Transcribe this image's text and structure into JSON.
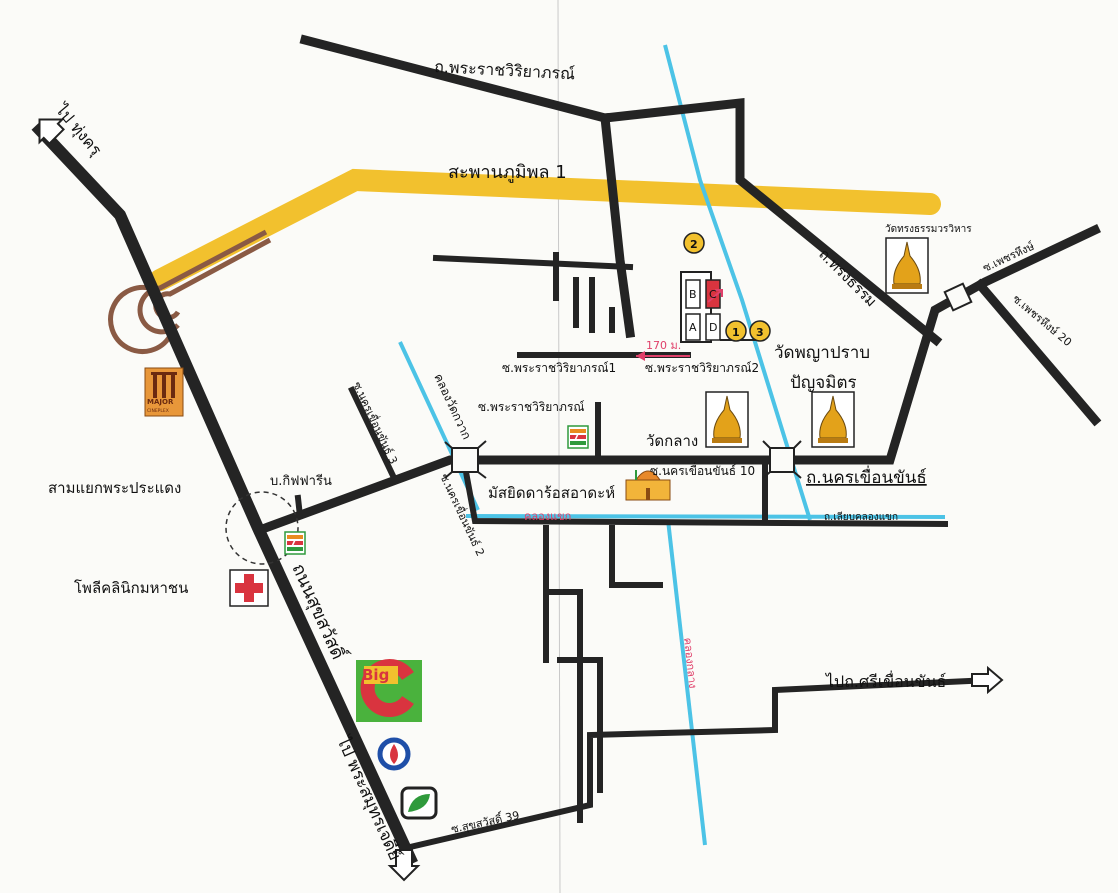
{
  "labels": {
    "road_top": "ถ.พระราชวิริยาภรณ์",
    "to_thung_khru": "ไป ทุ่งครุ",
    "bridge": "สะพานภูมิพล 1",
    "wat_songtham": "วัดทรงธรรมวรวิหาร",
    "soi_phetcharat": "ซ.เพชรหึงษ์",
    "soi_phetcharat20": "ซ.เพชรหึงษ์ 20",
    "thanon_songtham": "ถ.ทรงธรรม",
    "wat_phaya_1": "วัดพญาปราบ",
    "wat_phaya_2": "ปัญจมิตร",
    "soi_prv1": "ซ.พระราชวิริยาภรณ์1",
    "soi_prv2": "ซ.พระราชวิริยาภรณ์2",
    "soi_prv": "ซ.พระราชวิริยาภรณ์",
    "distance": "170 ม.",
    "khlong_wat_kwan": "คลองวัดกวาก",
    "soi_nk3": "ซ.นครเขื่อนขันธ์ 3",
    "soi_nk2": "ซ.นครเขื่อนขันธ์ 2",
    "soi_nk10": "ซ.นครเขื่อนขันธ์ 10",
    "wat_klang": "วัดกลาง",
    "thanon_nk": "ถ.นครเขื่อนขันธ์",
    "mosque": "มัสยิดดาร้อสอาดะห์",
    "khlong_khaek": "คลองแขก",
    "liap_khlong": "ถ.เลียบคลองแขก",
    "junction": "สามแยกพระประแดง",
    "gift_green": "บ.กิฟฟารีน",
    "polyclinic": "โพลีคลินิกมหาชน",
    "suksawat": "ถนนสุขสวัสดิ์",
    "to_phra_samut": "ไป พระสมุทรเจดีย์",
    "soi_suksawat39": "ซ.สุขสวัสดิ์ 39",
    "khlong_klang": "คลองกลาง",
    "to_srikhuean": "ไปถ.ศรีเขื่อนขันธ์",
    "major_1": "MAJOR",
    "major_2": "CINEPLEX",
    "big_c": "Big",
    "seven": "7",
    "bldg_b": "B",
    "bldg_c": "C",
    "bldg_a": "A",
    "bldg_d": "D",
    "circle_1": "1",
    "circle_2": "2",
    "circle_3": "3"
  },
  "colors": {
    "road": "#242424",
    "bridge": "#f2c12e",
    "canal": "#4cc3e6",
    "red": "#d9343f",
    "green": "#2f9a3c",
    "pink": "#e0406a",
    "gold": "#f2c12e"
  },
  "icons": [
    "major-cineplex-icon",
    "seven-eleven-icon",
    "hospital-cross-icon",
    "big-c-icon",
    "ptt-icon",
    "bangchak-icon",
    "temple-icon",
    "mosque-icon",
    "arrow-left-icon",
    "arrow-right-icon",
    "arrow-down-icon"
  ]
}
